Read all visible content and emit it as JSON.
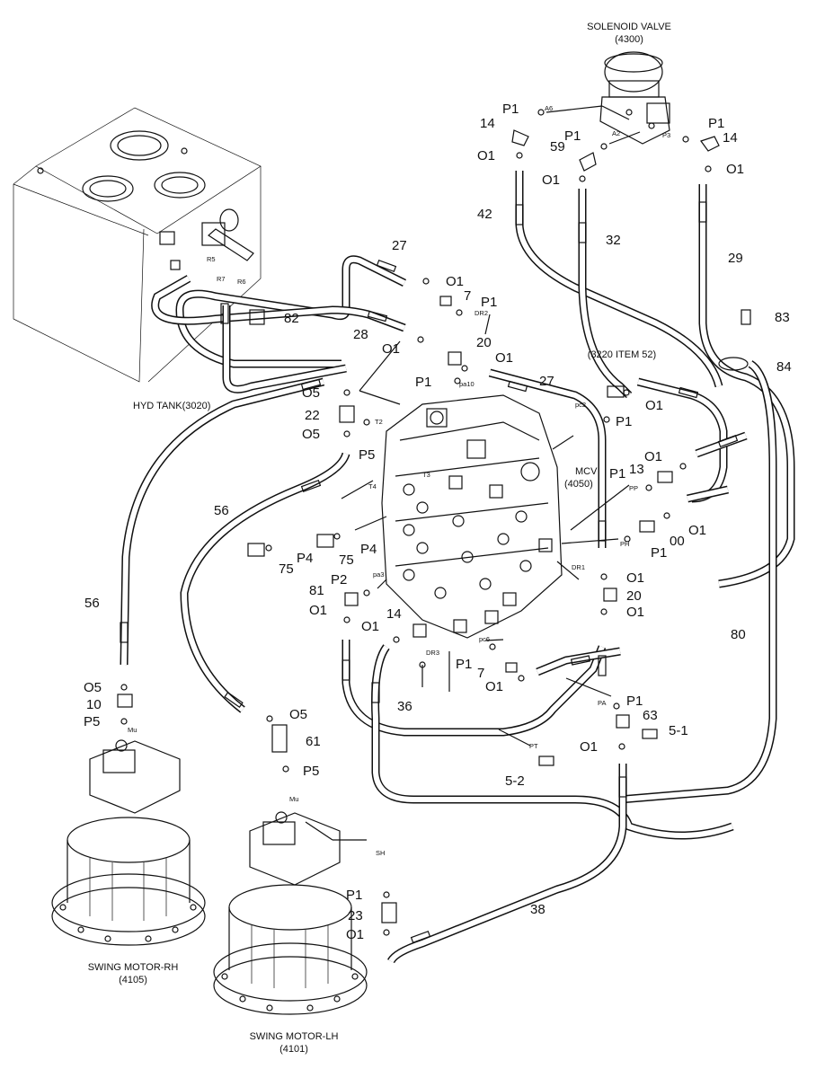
{
  "components": {
    "solenoid_valve": {
      "name": "SOLENOID VALVE",
      "code": "(4300)"
    },
    "hyd_tank": {
      "name": "HYD TANK(3020)"
    },
    "mcv": {
      "name": "MCV",
      "code": "(4050)"
    },
    "swing_motor_rh": {
      "name": "SWING MOTOR-RH",
      "code": "(4105)"
    },
    "swing_motor_lh": {
      "name": "SWING MOTOR-LH",
      "code": "(4101)"
    },
    "ref_3220": {
      "name": "(3220 ITEM 52)"
    }
  },
  "callouts": [
    "14",
    "P1",
    "P1",
    "P1",
    "14",
    "59",
    "O1",
    "O1",
    "O1",
    "42",
    "32",
    "29",
    "27",
    "O1",
    "7",
    "P1",
    "82",
    "28",
    "O1",
    "20",
    "O1",
    "83",
    "84",
    "P1",
    "27",
    "O1",
    "P1",
    "O5",
    "22",
    "O5",
    "P5",
    "O1",
    "13",
    "P1",
    "56",
    "P4",
    "75",
    "P4",
    "75",
    "P2",
    "81",
    "O1",
    "O1",
    "14",
    "O1",
    "20",
    "O1",
    "P1",
    "00",
    "O1",
    "P1",
    "7",
    "O1",
    "36",
    "P1",
    "63",
    "5-1",
    "O1",
    "5-2",
    "80",
    "56",
    "O5",
    "10",
    "P5",
    "O5",
    "61",
    "P5",
    "P1",
    "23",
    "O1",
    "38"
  ],
  "port_labels": [
    "A6",
    "A2",
    "P3",
    "R5",
    "R7",
    "R6",
    "DR2",
    "pa10",
    "pc2",
    "T2",
    "T3",
    "T4",
    "PP",
    "PH",
    "DR1",
    "pa3",
    "DR3",
    "pc6",
    "PA",
    "PT",
    "Mu",
    "Mu",
    "SH"
  ]
}
